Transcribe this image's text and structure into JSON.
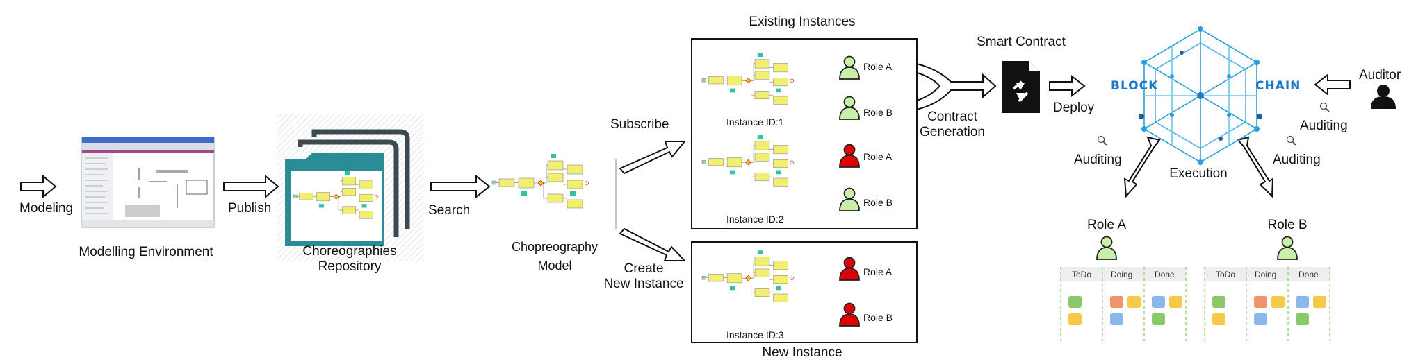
{
  "labels": {
    "modeling": "Modeling",
    "modelling_environment": "Modelling Environment",
    "publish": "Publish",
    "choreographies_repository": "Choreographies\nRepository",
    "search": "Search",
    "choreography_model": "Chopreography\nModel",
    "subscribe": "Subscribe",
    "create_new_instance": "Create\nNew Instance",
    "existing_instances": "Existing Instances",
    "new_instance": "New Instance",
    "smart_contract": "Smart Contract",
    "contract_generation": "Contract\nGeneration",
    "deploy": "Deploy",
    "execution": "Execution",
    "auditor": "Auditor",
    "auditing": "Auditing",
    "block": "BLOCK",
    "chain": "CHAIN"
  },
  "instances": [
    {
      "id_label": "Instance ID:1",
      "roles": [
        {
          "name": "Role A",
          "state": "green"
        },
        {
          "name": "Role B",
          "state": "green"
        }
      ]
    },
    {
      "id_label": "Instance ID:2",
      "roles": [
        {
          "name": "Role A",
          "state": "red"
        },
        {
          "name": "Role B",
          "state": "green"
        }
      ]
    },
    {
      "id_label": "Instance ID:3",
      "roles": [
        {
          "name": "Role A",
          "state": "red"
        },
        {
          "name": "Role B",
          "state": "red"
        }
      ]
    }
  ],
  "boards": [
    {
      "role": "Role A",
      "columns": [
        "ToDo",
        "Doing",
        "Done"
      ]
    },
    {
      "role": "Role B",
      "columns": [
        "ToDo",
        "Doing",
        "Done"
      ]
    }
  ],
  "colors": {
    "role_green": "#c8f0a8",
    "role_red": "#e00000",
    "teal_folder": "#2a8c96",
    "blockchain_blue": "#2a9fd8",
    "task_yellow": "#f1ee70",
    "note_green": "#8bc86a",
    "note_yellow": "#f7c948",
    "note_orange": "#f0956a",
    "note_blue": "#8ab8e8"
  }
}
